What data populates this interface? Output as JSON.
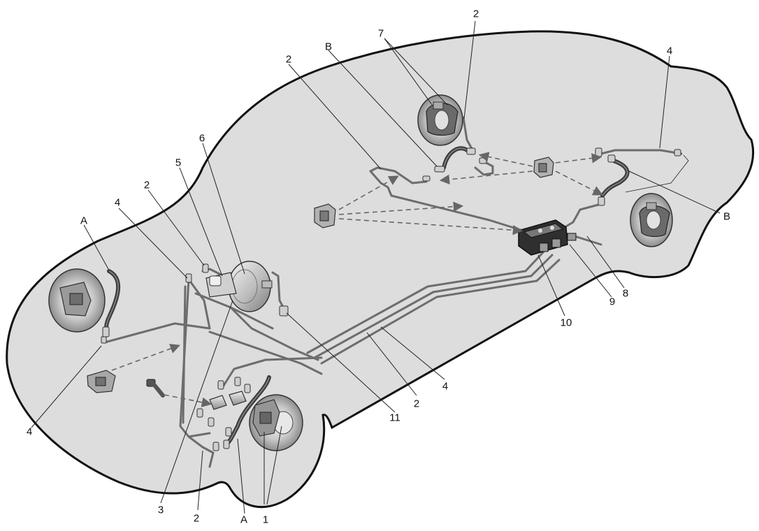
{
  "diagram": {
    "labels": {
      "A_front": "A",
      "A_bottom": "A",
      "B_top": "B",
      "B_right": "B",
      "n1": "1",
      "n2_top_left": "2",
      "n2_top_mid": "2",
      "n2_top_right": "2",
      "n2_bottom_mid": "2",
      "n2_bottom_left": "2",
      "n3": "3",
      "n4_left_top": "4",
      "n4_left_bottom": "4",
      "n4_right_top": "4",
      "n4_bottom": "4",
      "n5": "5",
      "n6": "6",
      "n7": "7",
      "n8": "8",
      "n9": "9",
      "n10": "10",
      "n11": "11"
    },
    "colors": {
      "body_fill": "#dddddd",
      "outline": "#111111",
      "pipe": "#6d6d6d",
      "hose": "#3d3d3d",
      "metal": "#b5b5b5"
    }
  }
}
